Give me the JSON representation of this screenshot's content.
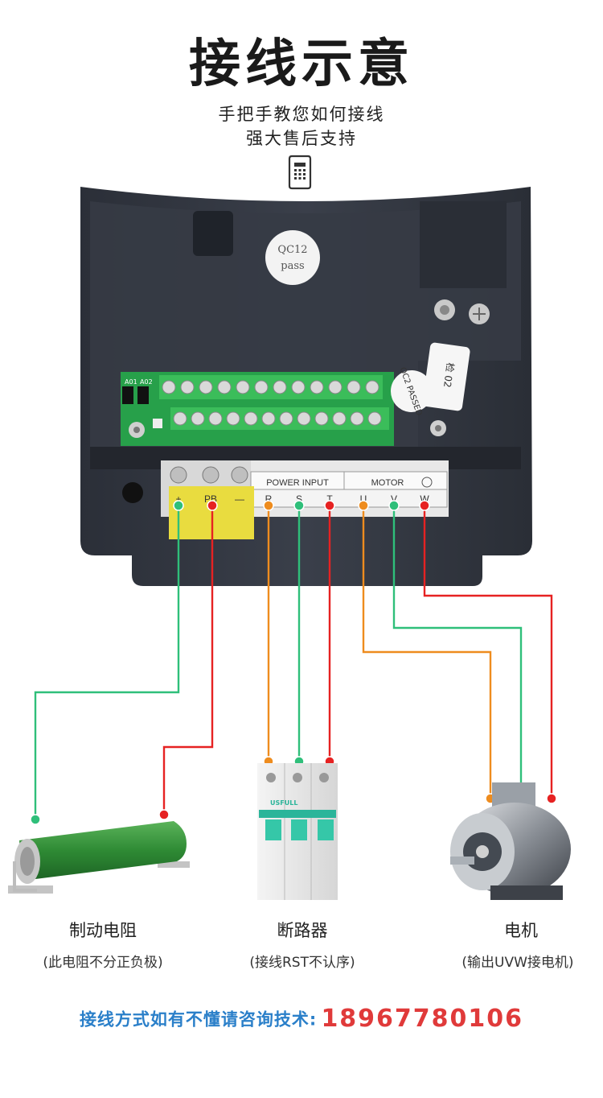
{
  "header": {
    "title": "接线示意",
    "subtitle_line1": "手把手教您如何接线",
    "subtitle_line2": "强大售后支持"
  },
  "device": {
    "qc_sticker_line1": "QC12",
    "qc_sticker_line2": "pass",
    "passed_sticker": "QC2 PASSED",
    "check_sticker": "检 02",
    "jumper_a01": "A01",
    "jumper_a02": "A02",
    "power_input_label": "POWER INPUT",
    "motor_label": "MOTOR",
    "terminals_power": [
      "R",
      "S",
      "T"
    ],
    "terminals_motor": [
      "U",
      "V",
      "W"
    ],
    "terminals_brake": [
      "+",
      "PB",
      "—"
    ]
  },
  "components": [
    {
      "name": "制动电阻",
      "note": "(此电阻不分正负极)"
    },
    {
      "name": "断路器",
      "note": "(接线RST不认序)"
    },
    {
      "name": "电机",
      "note": "(输出UVW接电机)"
    }
  ],
  "breaker": {
    "brand": "USFULL"
  },
  "contact": {
    "text": "接线方式如有不懂请咨询技术:",
    "phone": "18967780106"
  },
  "colors": {
    "wire_green": "#2fbf7a",
    "wire_red": "#e62222",
    "wire_orange": "#ee8c1e",
    "contact_blue": "#2a7fc9",
    "contact_red": "#e03a3a"
  }
}
